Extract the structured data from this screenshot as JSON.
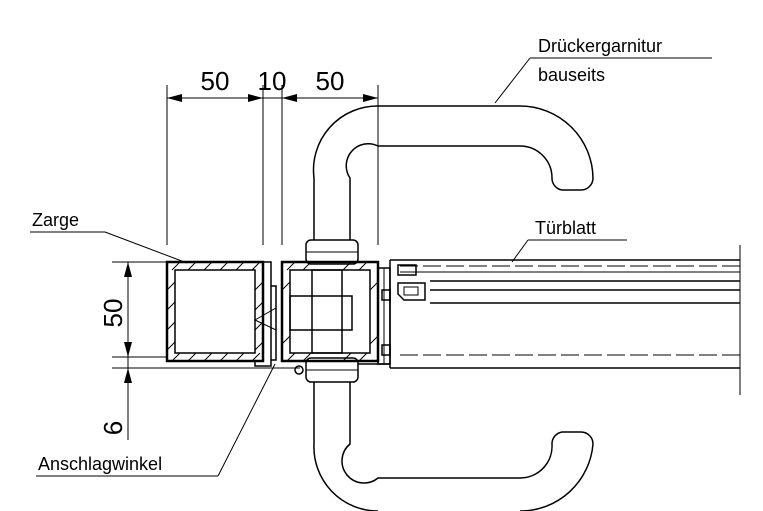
{
  "labels": {
    "handle_line1": "Drückergarnitur",
    "handle_line2": "bauseits",
    "frame": "Zarge",
    "door_leaf": "Türblatt",
    "stop_angle": "Anschlagwinkel"
  },
  "dimensions": {
    "top_left": "50",
    "top_mid": "10",
    "top_right": "50",
    "left_height": "50",
    "left_gap": "6"
  }
}
